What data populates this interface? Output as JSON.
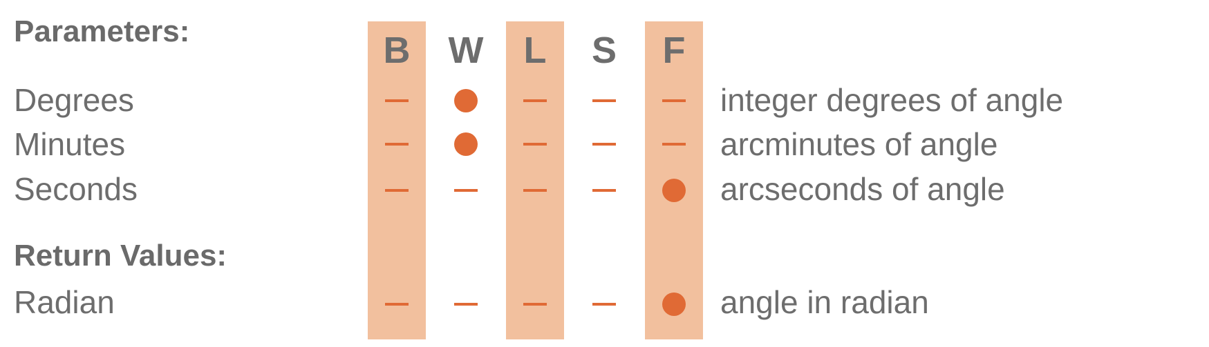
{
  "titles": {
    "parameters": "Parameters:",
    "return_values": "Return Values:"
  },
  "columns": [
    {
      "label": "B",
      "highlighted": true
    },
    {
      "label": "W",
      "highlighted": false
    },
    {
      "label": "L",
      "highlighted": true
    },
    {
      "label": "S",
      "highlighted": false
    },
    {
      "label": "F",
      "highlighted": true
    }
  ],
  "rows": [
    {
      "label": "Degrees",
      "description": "integer degrees of angle",
      "marks": [
        "dash",
        "dot",
        "dash",
        "dash",
        "dash"
      ]
    },
    {
      "label": "Minutes",
      "description": "arcminutes of angle",
      "marks": [
        "dash",
        "dot",
        "dash",
        "dash",
        "dash"
      ]
    },
    {
      "label": "Seconds",
      "description": "arcseconds of angle",
      "marks": [
        "dash",
        "dash",
        "dash",
        "dash",
        "dot"
      ]
    },
    {
      "label": "Radian",
      "description": "angle in radian",
      "marks": [
        "dash",
        "dash",
        "dash",
        "dash",
        "dot"
      ]
    }
  ],
  "colors": {
    "band": "#f2c09e",
    "mark": "#e06a35",
    "text": "#6d6d6d"
  }
}
